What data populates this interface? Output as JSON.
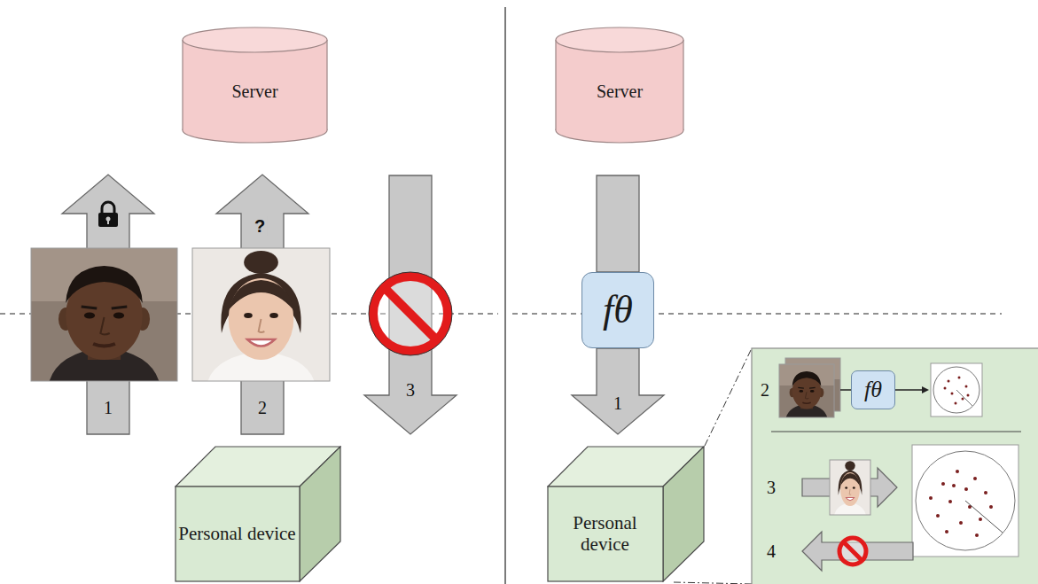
{
  "diagram": {
    "nodes": [
      {
        "text": [
          "Server"
        ]
      },
      {
        "text": [
          "Personal device"
        ]
      },
      {
        "text": [
          "Server"
        ]
      },
      {
        "text": [
          "fθ"
        ]
      },
      {
        "text": [
          "Personal device"
        ]
      },
      {
        "text": [
          "fθ"
        ]
      }
    ],
    "edges": [
      {
        "from": 1,
        "to": 0,
        "arrow": "to",
        "label": "1"
      },
      {
        "from": 1,
        "to": 0,
        "arrow": "to",
        "label": "2"
      },
      {
        "from": 0,
        "to": 1,
        "arrow": "to",
        "label": "3"
      },
      {
        "from": 2,
        "to": 3,
        "arrow": "none"
      },
      {
        "from": 3,
        "to": 4,
        "arrow": "to",
        "label": "1"
      }
    ],
    "labels": [
      "?",
      "2",
      "3",
      "4"
    ]
  }
}
